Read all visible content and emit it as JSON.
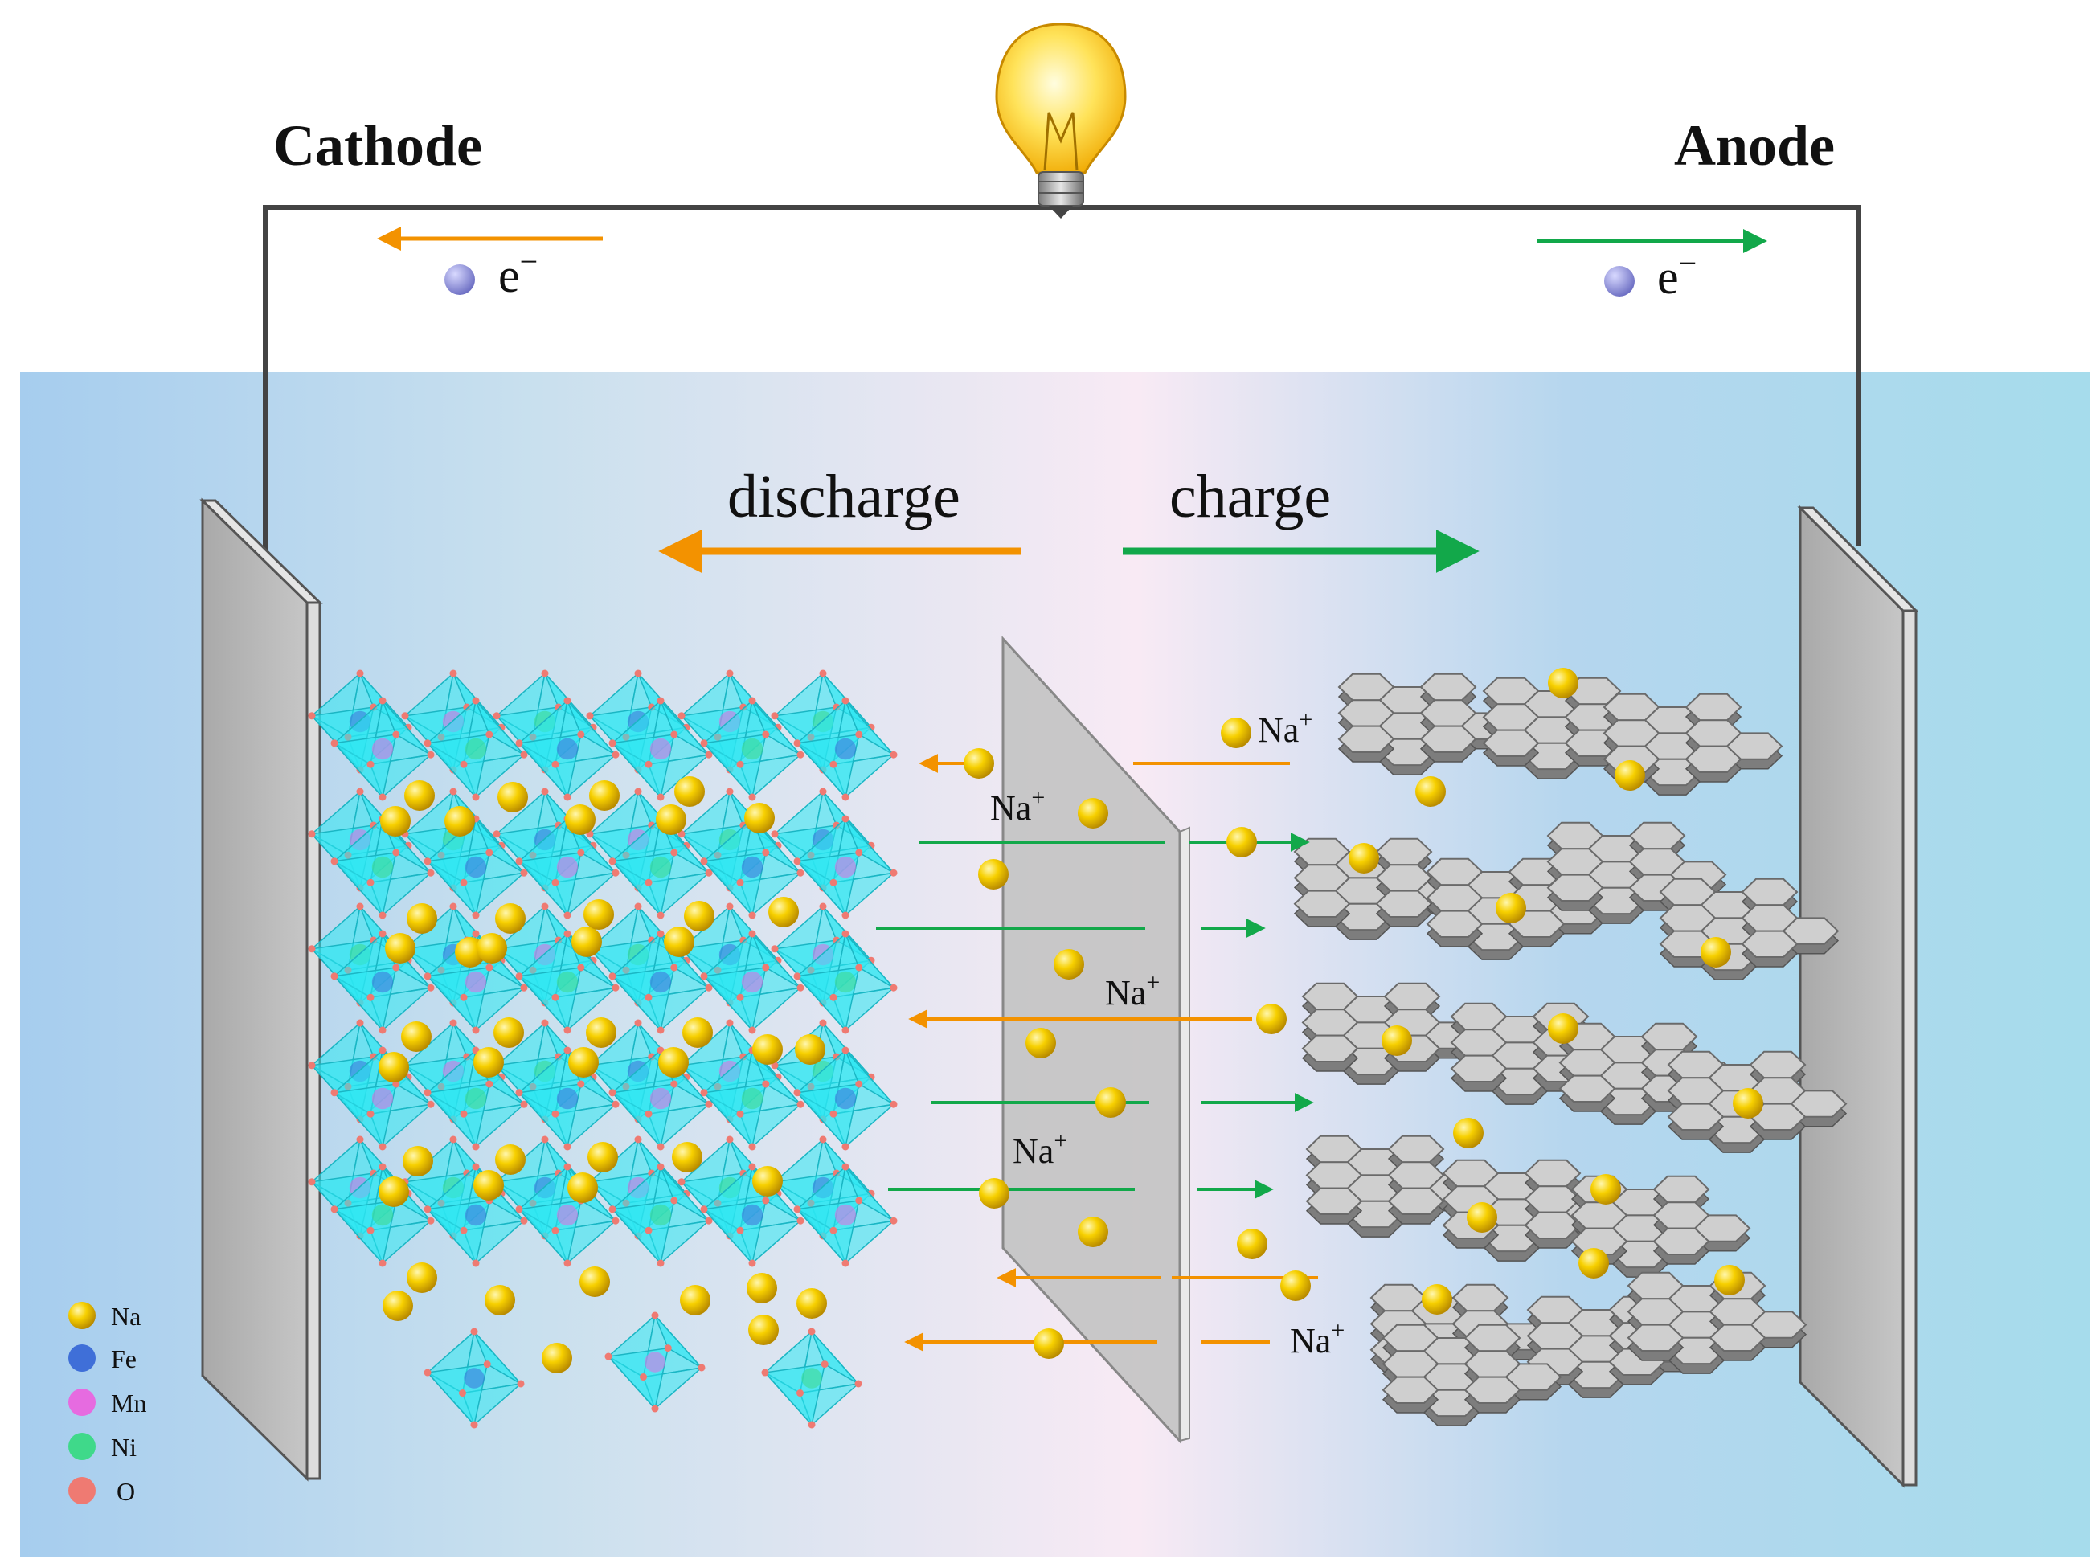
{
  "labels": {
    "cathode": "Cathode",
    "anode": "Anode",
    "electron": "e",
    "electron_sup": "−",
    "discharge": "discharge",
    "charge": "charge",
    "na_ion": "Na",
    "na_ion_sup": "+"
  },
  "legend": [
    {
      "label": "Na",
      "color": "#f5c400"
    },
    {
      "label": "Fe",
      "color": "#3f6fd8"
    },
    {
      "label": "Mn",
      "color": "#e66be0"
    },
    {
      "label": "Ni",
      "color": "#3fd98a"
    },
    {
      "label": "O",
      "color": "#ef7a72"
    }
  ],
  "colors": {
    "discharge": "#f39200",
    "charge": "#12a84a",
    "electrolyte_edge": "#a6cdee",
    "electrolyte_center": "#f8eaf4",
    "electrode": "#b9b9b9",
    "separator": "#c2c2c2",
    "octahedron": "#2ee8f2",
    "graphene": "#cfcfcf",
    "wire": "#444444",
    "electron": "#8f90d8"
  }
}
